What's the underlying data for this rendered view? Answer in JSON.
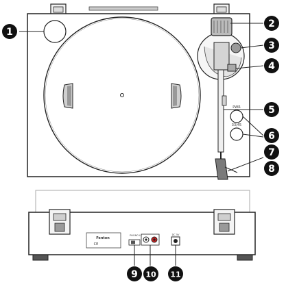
{
  "callouts": [
    {
      "number": "1"
    },
    {
      "number": "2"
    },
    {
      "number": "3"
    },
    {
      "number": "4"
    },
    {
      "number": "5"
    },
    {
      "number": "6"
    },
    {
      "number": "7"
    },
    {
      "number": "8"
    },
    {
      "number": "9"
    },
    {
      "number": "10"
    },
    {
      "number": "11"
    }
  ],
  "top_view": {
    "button_6_label": "PWR",
    "button_7_label": "33/45"
  },
  "rear_panel": {
    "model_text": "Fenton",
    "ce_mark": "CE",
    "switch_label": "PHONO LINE",
    "power_label": "DC 5V"
  }
}
